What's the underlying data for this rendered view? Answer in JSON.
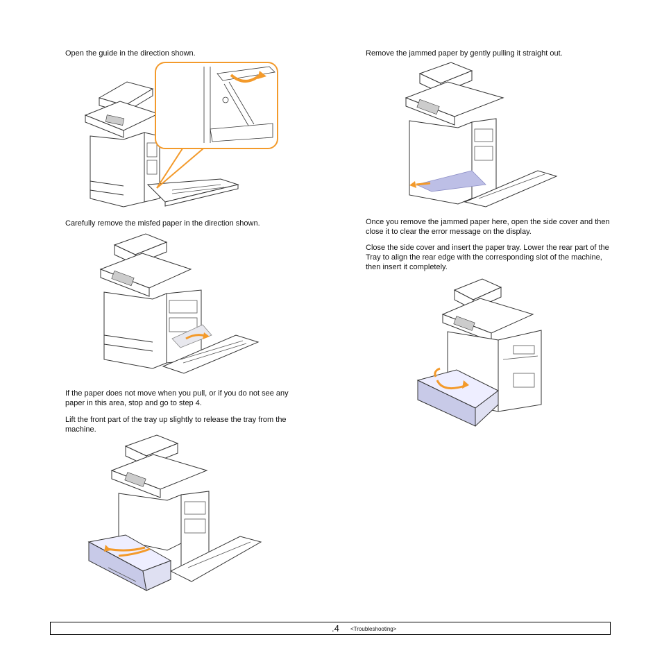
{
  "colors": {
    "callout_orange": "#f39a2b",
    "paper_lavender": "#bdbfe6",
    "tray_blue": "#c8cae8",
    "line_dark": "#333333"
  },
  "left": {
    "step_open_guide": "Open the guide in the direction shown.",
    "step_remove_misfed": "Carefully remove the misfed paper in the direction shown.",
    "note_if_not_move": "If the paper does not move when you pull, or if you do not see any paper in this area, stop and go to step 4.",
    "step_lift_tray": "Lift the front part of the tray up slightly to release the tray from the machine."
  },
  "right": {
    "step_remove_jammed": "Remove the jammed paper by gently pulling it straight out.",
    "step_open_side_cover": "Once you remove the jammed paper here, open the side cover and then close it to clear the error message on the display.",
    "step_insert_tray": "Close the side cover and insert the paper tray. Lower the rear part of the Tray to align the rear edge with the corresponding slot of the machine, then insert it completely."
  },
  "footer": {
    "page_number": ".4",
    "chapter": "<Troubleshooting>"
  }
}
